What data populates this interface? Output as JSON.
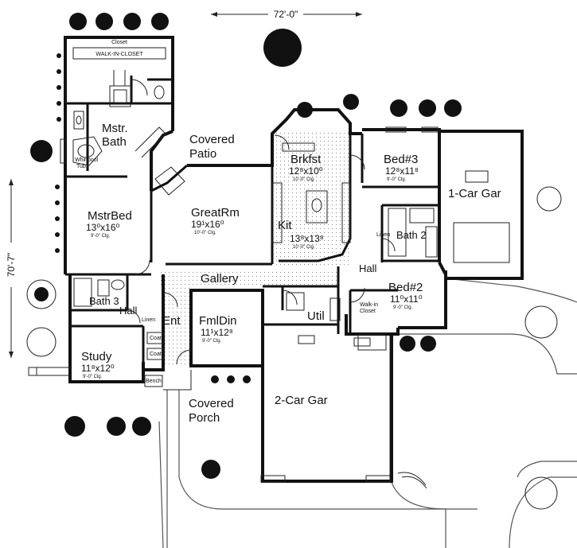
{
  "dimensions": {
    "width": "72'-0\"",
    "depth": "70'-7\""
  },
  "rooms": {
    "walk_in_closet": "WALK-IN-CLOSET",
    "closet_top": "Closet",
    "mstr_bath": "Mstr.\nBath",
    "whirlpool": "Whirlpool\nTub",
    "covered_patio": "Covered\nPatio",
    "brkfst": {
      "name": "Brkfst",
      "size": "12⁸x10⁰",
      "ceiling": "10'-0\" Clg."
    },
    "bed3": {
      "name": "Bed#3",
      "size": "12⁸x11⁸",
      "ceiling": "9'-0\" Clg."
    },
    "car1": "1-Car Gar",
    "mstrbed": {
      "name": "MstrBed",
      "size": "13⁰x16⁰",
      "ceiling": "9'-0\" Clg."
    },
    "greatrm": {
      "name": "GreatRm",
      "size": "19¹x16⁰",
      "ceiling": "10'-0\" Clg."
    },
    "kit": {
      "name": "Kit",
      "size": "13⁸x13⁸",
      "ceiling": "10'-0\" Clg."
    },
    "linen1": "Linen",
    "bath2": "Bath 2",
    "hall_right": "Hall",
    "gallery": "Gallery",
    "bath3": "Bath 3",
    "hall_left": "Hall",
    "bed2": {
      "name": "Bed#2",
      "size": "11⁰x11⁰",
      "ceiling": "9'-0\" Clg."
    },
    "walkin_closet2": "Walk-in\nCloset",
    "util": "Util",
    "linen2": "Linen",
    "ent": "Ent",
    "fmldin": {
      "name": "FmlDin",
      "size": "11¹x12⁸",
      "ceiling": "9'-0\" Clg."
    },
    "study": {
      "name": "Study",
      "size": "11⁸x12⁰",
      "ceiling": "9'-0\" Clg."
    },
    "coats1": "Coats",
    "coats2": "Coats",
    "bench": "Bench",
    "covered_porch": "Covered\nPorch",
    "car2": "2-Car Gar"
  }
}
